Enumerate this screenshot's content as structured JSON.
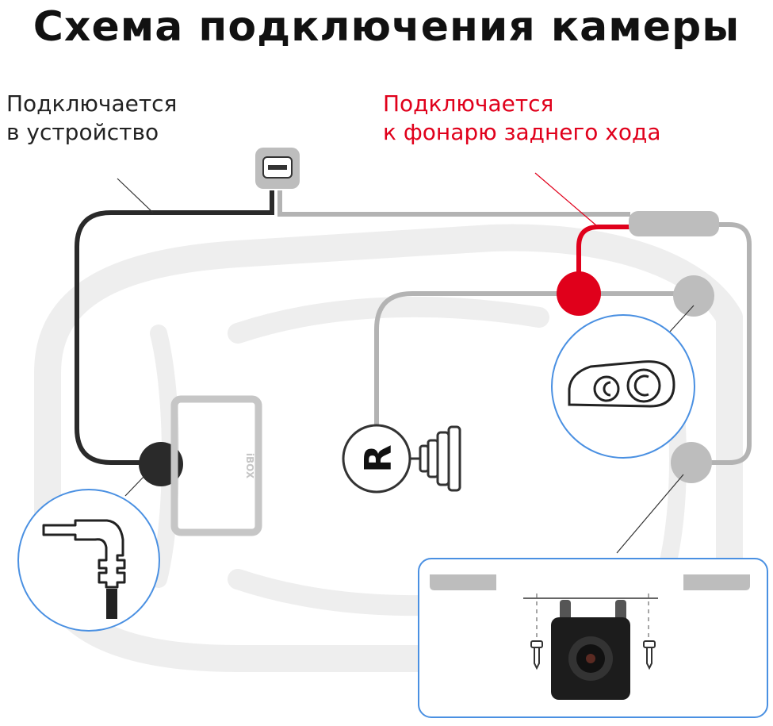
{
  "title": "Схема подключения камеры",
  "labels": {
    "device_line1": "Подключается",
    "device_line2": "в устройство",
    "reverse_line1": "Подключается",
    "reverse_line2": "к фонарю заднего хода"
  },
  "monitor_brand": "iBOX",
  "reverse_lamp_letter": "R",
  "colors": {
    "black_wire": "#2a2a2a",
    "gray_wire": "#b3b3b3",
    "red_accent": "#e0001b",
    "callout_circle": "#4a90e2",
    "car_outline": "#efefef"
  }
}
